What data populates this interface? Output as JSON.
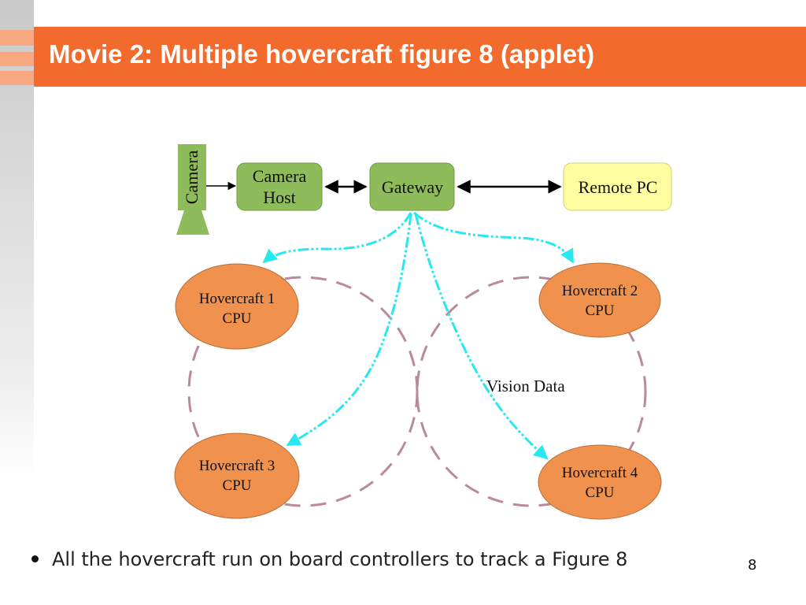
{
  "slide": {
    "title": "Movie 2: Multiple hovercraft figure 8 (applet)",
    "bullet": "All the hovercraft run on board controllers to track a Figure 8",
    "page_number": "8"
  },
  "diagram": {
    "camera": "Camera",
    "camera_host_line1": "Camera",
    "camera_host_line2": "Host",
    "gateway": "Gateway",
    "remote_pc": "Remote PC",
    "hovercraft": [
      {
        "line1": "Hovercraft 1",
        "line2": "CPU"
      },
      {
        "line1": "Hovercraft 2",
        "line2": "CPU"
      },
      {
        "line1": "Hovercraft 3",
        "line2": "CPU"
      },
      {
        "line1": "Hovercraft 4",
        "line2": "CPU"
      }
    ],
    "vision_data": "Vision Data"
  },
  "colors": {
    "title_bar": "#f26b2c",
    "green_box": "#8fbc5a",
    "yellow_box": "#fefea0",
    "hovercraft_fill": "#f0924e",
    "vision_line": "#27e8ef",
    "figure8_dash": "#b98a9e"
  }
}
